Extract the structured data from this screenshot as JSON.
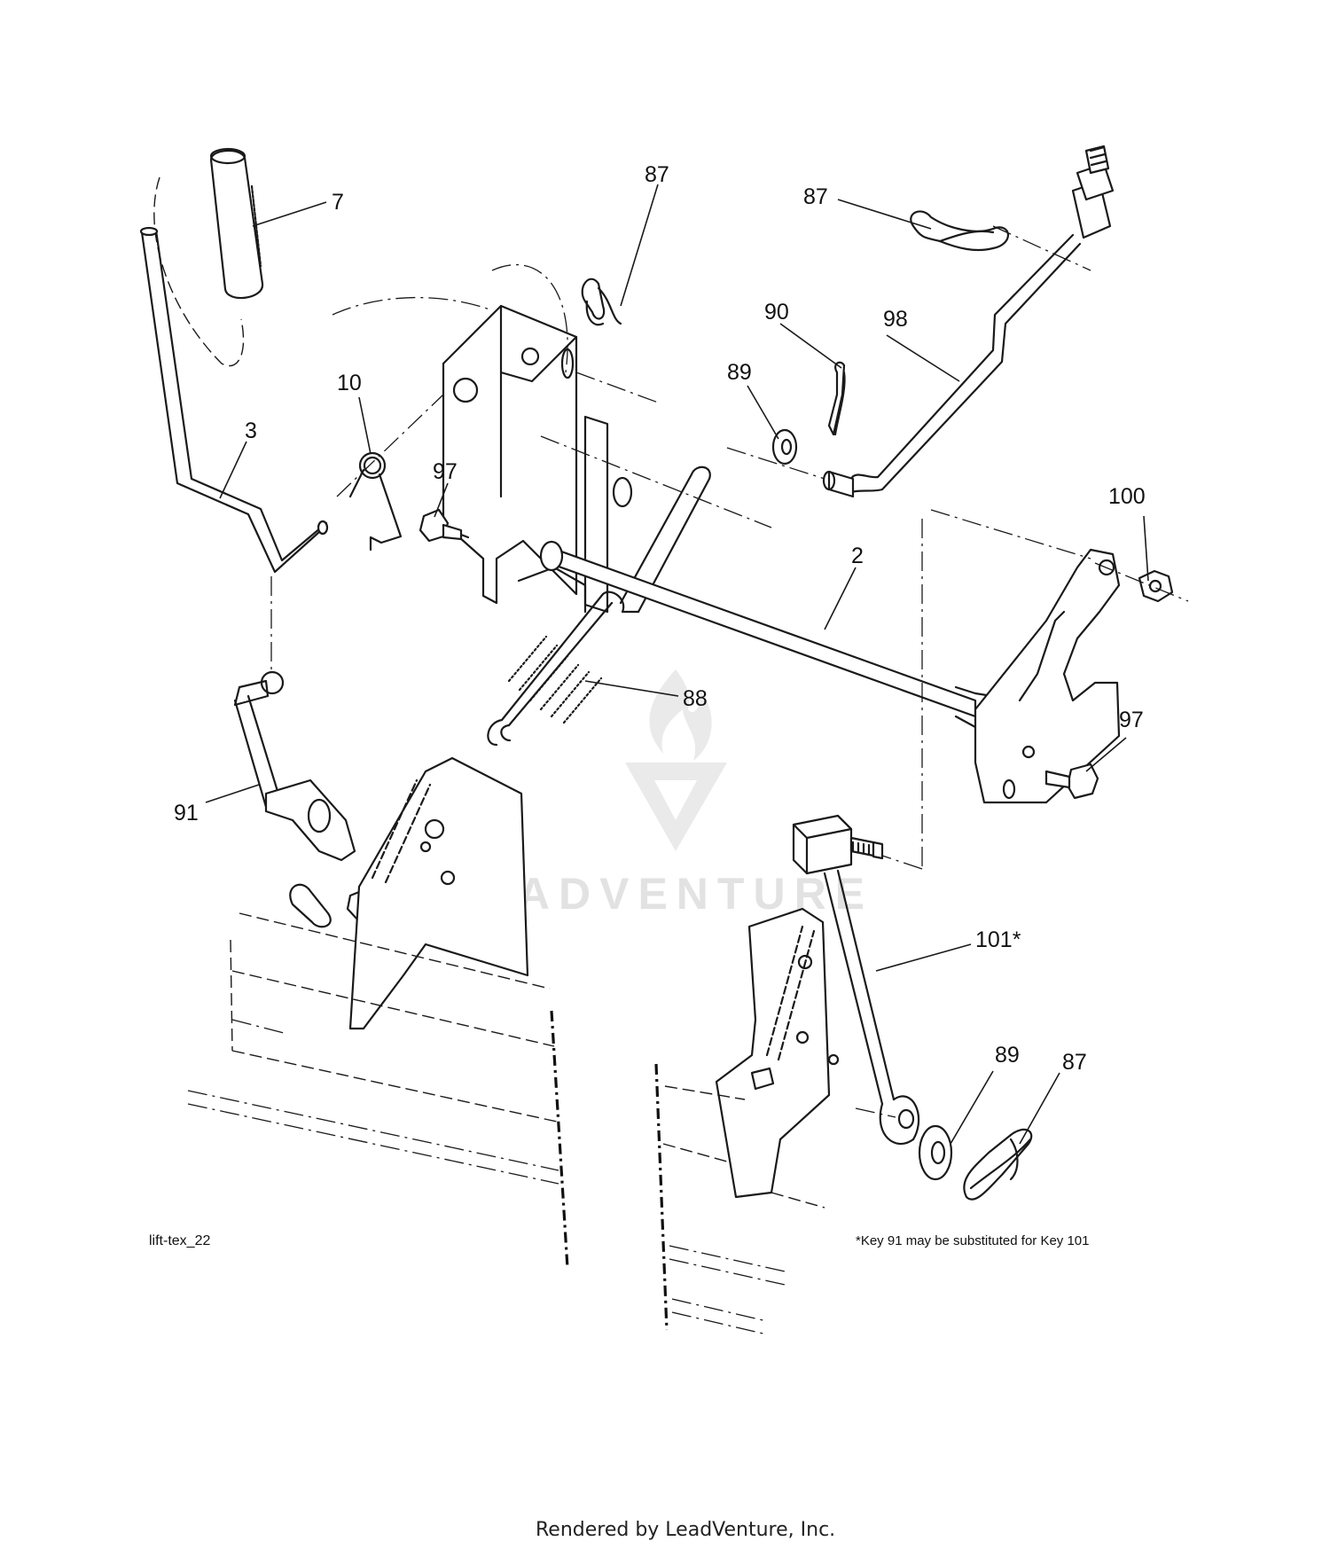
{
  "diagram_id": "lift-tex_22",
  "note": "*Key 91 may be substituted for Key 101",
  "footer": "Rendered by LeadVenture, Inc.",
  "watermark": "LEADVENTURE",
  "callouts": {
    "c7": "7",
    "c87_top": "87",
    "c87_right": "87",
    "c90": "90",
    "c98": "98",
    "c89_top": "89",
    "c10": "10",
    "c3": "3",
    "c97_left": "97",
    "c100": "100",
    "c2": "2",
    "c88": "88",
    "c97_right": "97",
    "c91": "91",
    "c101": "101*",
    "c89_bottom": "89",
    "c87_bottom": "87"
  }
}
